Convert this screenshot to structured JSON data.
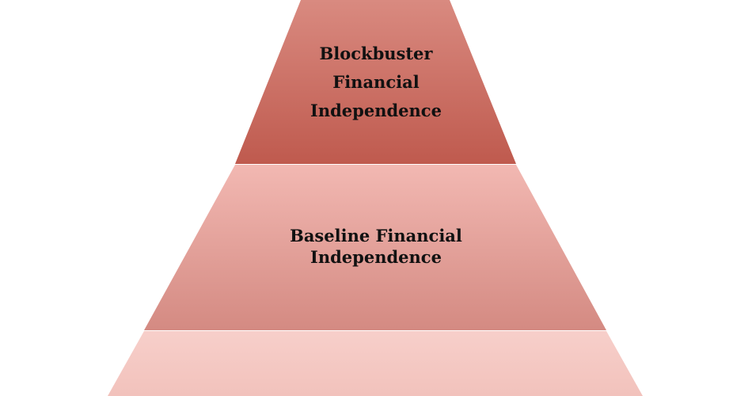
{
  "pyramid": {
    "tiers": [
      {
        "id": "top",
        "label": "Blockbuster\nFinancial\nIndependence",
        "color_light": "#d98a80",
        "color_dark": "#bf5a4e"
      },
      {
        "id": "middle",
        "label": "Baseline Financial\nIndependence",
        "color_light": "#f2b8b2",
        "color_dark": "#d48a82"
      },
      {
        "id": "bottom",
        "label": "",
        "color_light": "#f7cfca",
        "color_dark": "#f2c2bc"
      }
    ]
  }
}
